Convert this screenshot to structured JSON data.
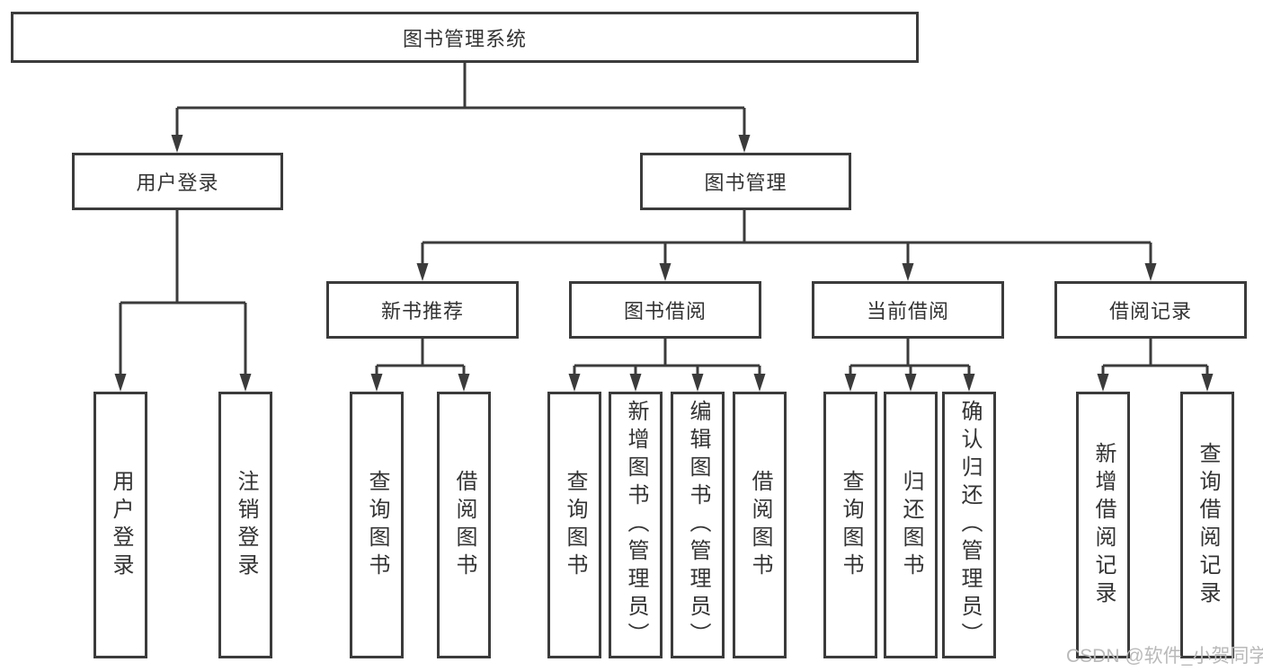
{
  "root": {
    "label": "图书管理系统"
  },
  "level2": [
    {
      "label": "用户登录"
    },
    {
      "label": "图书管理"
    }
  ],
  "level3": [
    {
      "label": "新书推荐"
    },
    {
      "label": "图书借阅"
    },
    {
      "label": "当前借阅"
    },
    {
      "label": "借阅记录"
    }
  ],
  "leaves": [
    {
      "label": "用户登录"
    },
    {
      "label": "注销登录"
    },
    {
      "label": "查询图书"
    },
    {
      "label": "借阅图书"
    },
    {
      "label": "查询图书"
    },
    {
      "label": "新增图书（管理员）"
    },
    {
      "label": "编辑图书（管理员）"
    },
    {
      "label": "借阅图书"
    },
    {
      "label": "查询图书"
    },
    {
      "label": "归还图书"
    },
    {
      "label": "确认归还（管理员）"
    },
    {
      "label": "新增借阅记录"
    },
    {
      "label": "查询借阅记录"
    }
  ],
  "watermark": "CSDN @软件_小贺同学",
  "colors": {
    "line": "#3b3b3b",
    "text": "#333333",
    "background": "#ffffff",
    "watermark": "#b9b9b9"
  }
}
